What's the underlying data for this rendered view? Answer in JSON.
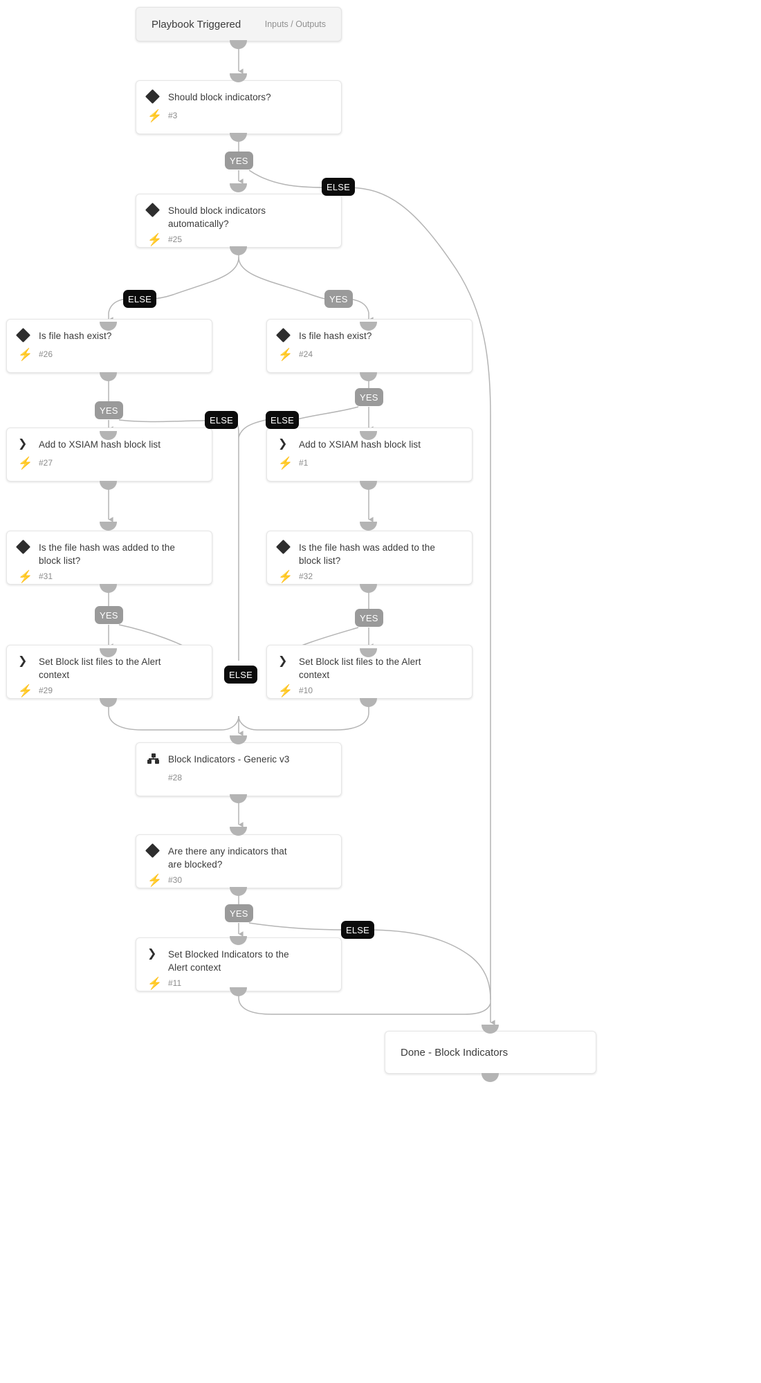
{
  "playbook": {
    "title": "Block Indicators playbook graph",
    "colors": {
      "yes_badge": "#9a9a9a",
      "else_badge": "#0b0b0b",
      "bolt": "#f5a623",
      "connector": "#b4b4b4",
      "icon": "#2e2e2e",
      "card_bg": "#ffffff",
      "start_bg": "#f4f4f4"
    },
    "start": {
      "label": "Playbook Triggered",
      "io_label": "Inputs / Outputs"
    },
    "finish": {
      "label": "Done - Block Indicators"
    },
    "bolt_glyph": "⚡",
    "chevron_glyph": "❯",
    "nodes": [
      {
        "id": "n3",
        "title": "Should block indicators?",
        "num": "#3",
        "icon": "condition-diamond-icon",
        "bolt": true
      },
      {
        "id": "n25",
        "title": "Should block indicators automatically?",
        "num": "#25",
        "icon": "condition-diamond-icon",
        "bolt": true
      },
      {
        "id": "n26",
        "title": "Is file hash exist?",
        "num": "#26",
        "icon": "condition-diamond-icon",
        "bolt": true
      },
      {
        "id": "n24",
        "title": "Is file hash exist?",
        "num": "#24",
        "icon": "condition-diamond-icon",
        "bolt": true
      },
      {
        "id": "n27",
        "title": "Add to XSIAM hash block list",
        "num": "#27",
        "icon": "task-chevron-icon",
        "bolt": true
      },
      {
        "id": "n1",
        "title": "Add to XSIAM hash block list",
        "num": "#1",
        "icon": "task-chevron-icon",
        "bolt": true
      },
      {
        "id": "n31",
        "title": "Is the file hash was added to the block list?",
        "num": "#31",
        "icon": "condition-diamond-icon",
        "bolt": true
      },
      {
        "id": "n32",
        "title": "Is the file hash was added to the block list?",
        "num": "#32",
        "icon": "condition-diamond-icon",
        "bolt": true
      },
      {
        "id": "n29",
        "title": "Set Block list files to the Alert context",
        "num": "#29",
        "icon": "task-chevron-icon",
        "bolt": true
      },
      {
        "id": "n10",
        "title": "Set Block list files to the Alert context",
        "num": "#10",
        "icon": "task-chevron-icon",
        "bolt": true
      },
      {
        "id": "n28",
        "title": "Block Indicators - Generic v3",
        "num": "#28",
        "icon": "sub-playbook-icon",
        "bolt": false
      },
      {
        "id": "n30",
        "title": "Are there any indicators that are blocked?",
        "num": "#30",
        "icon": "condition-diamond-icon",
        "bolt": true
      },
      {
        "id": "n11",
        "title": "Set Blocked Indicators to the Alert context",
        "num": "#11",
        "icon": "task-chevron-icon",
        "bolt": true
      }
    ],
    "branch_labels": [
      {
        "id": "b1",
        "text": "YES",
        "kind": "yes"
      },
      {
        "id": "b2",
        "text": "ELSE",
        "kind": "else"
      },
      {
        "id": "b3",
        "text": "ELSE",
        "kind": "else"
      },
      {
        "id": "b4",
        "text": "YES",
        "kind": "yes"
      },
      {
        "id": "b5",
        "text": "YES",
        "kind": "yes"
      },
      {
        "id": "b6",
        "text": "ELSE",
        "kind": "else"
      },
      {
        "id": "b7",
        "text": "ELSE",
        "kind": "else"
      },
      {
        "id": "b8",
        "text": "YES",
        "kind": "yes"
      },
      {
        "id": "b9",
        "text": "YES",
        "kind": "yes"
      },
      {
        "id": "b10",
        "text": "YES",
        "kind": "yes"
      },
      {
        "id": "b11",
        "text": "ELSE",
        "kind": "else"
      },
      {
        "id": "b12",
        "text": "YES",
        "kind": "yes"
      },
      {
        "id": "b13",
        "text": "ELSE",
        "kind": "else"
      }
    ]
  }
}
